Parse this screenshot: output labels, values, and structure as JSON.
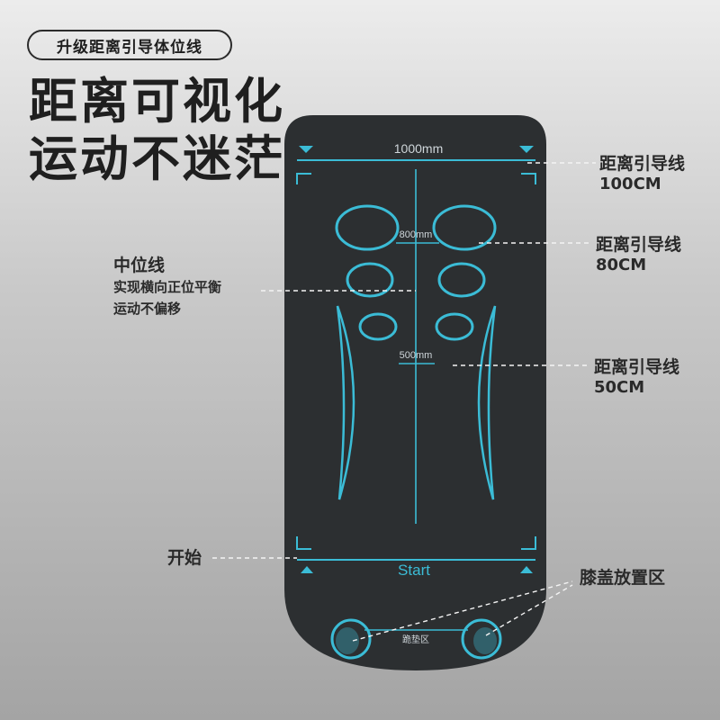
{
  "badge": "升级距离引导体位线",
  "headline": {
    "line1": "距离可视化",
    "line2": "运动不迷茫"
  },
  "mat_labels": {
    "top_width": "1000mm",
    "mid_width": "800mm",
    "low_width": "500mm",
    "start": "Start",
    "kneel_zone": "跪垫区"
  },
  "callouts": {
    "guide_100": {
      "title": "距离引导线",
      "value": "100CM"
    },
    "guide_80": {
      "title": "距离引导线",
      "value": "80CM"
    },
    "guide_50": {
      "title": "距离引导线",
      "value": "50CM"
    },
    "center_line": {
      "title": "中位线",
      "line2": "实现横向正位平衡",
      "line3": "运动不偏移"
    },
    "start": {
      "title": "开始"
    },
    "knee_zone": {
      "title": "膝盖放置区"
    }
  },
  "colors": {
    "mat": "#2c2f31",
    "accent": "#3bbcd6",
    "text": "#2a2a2a"
  }
}
